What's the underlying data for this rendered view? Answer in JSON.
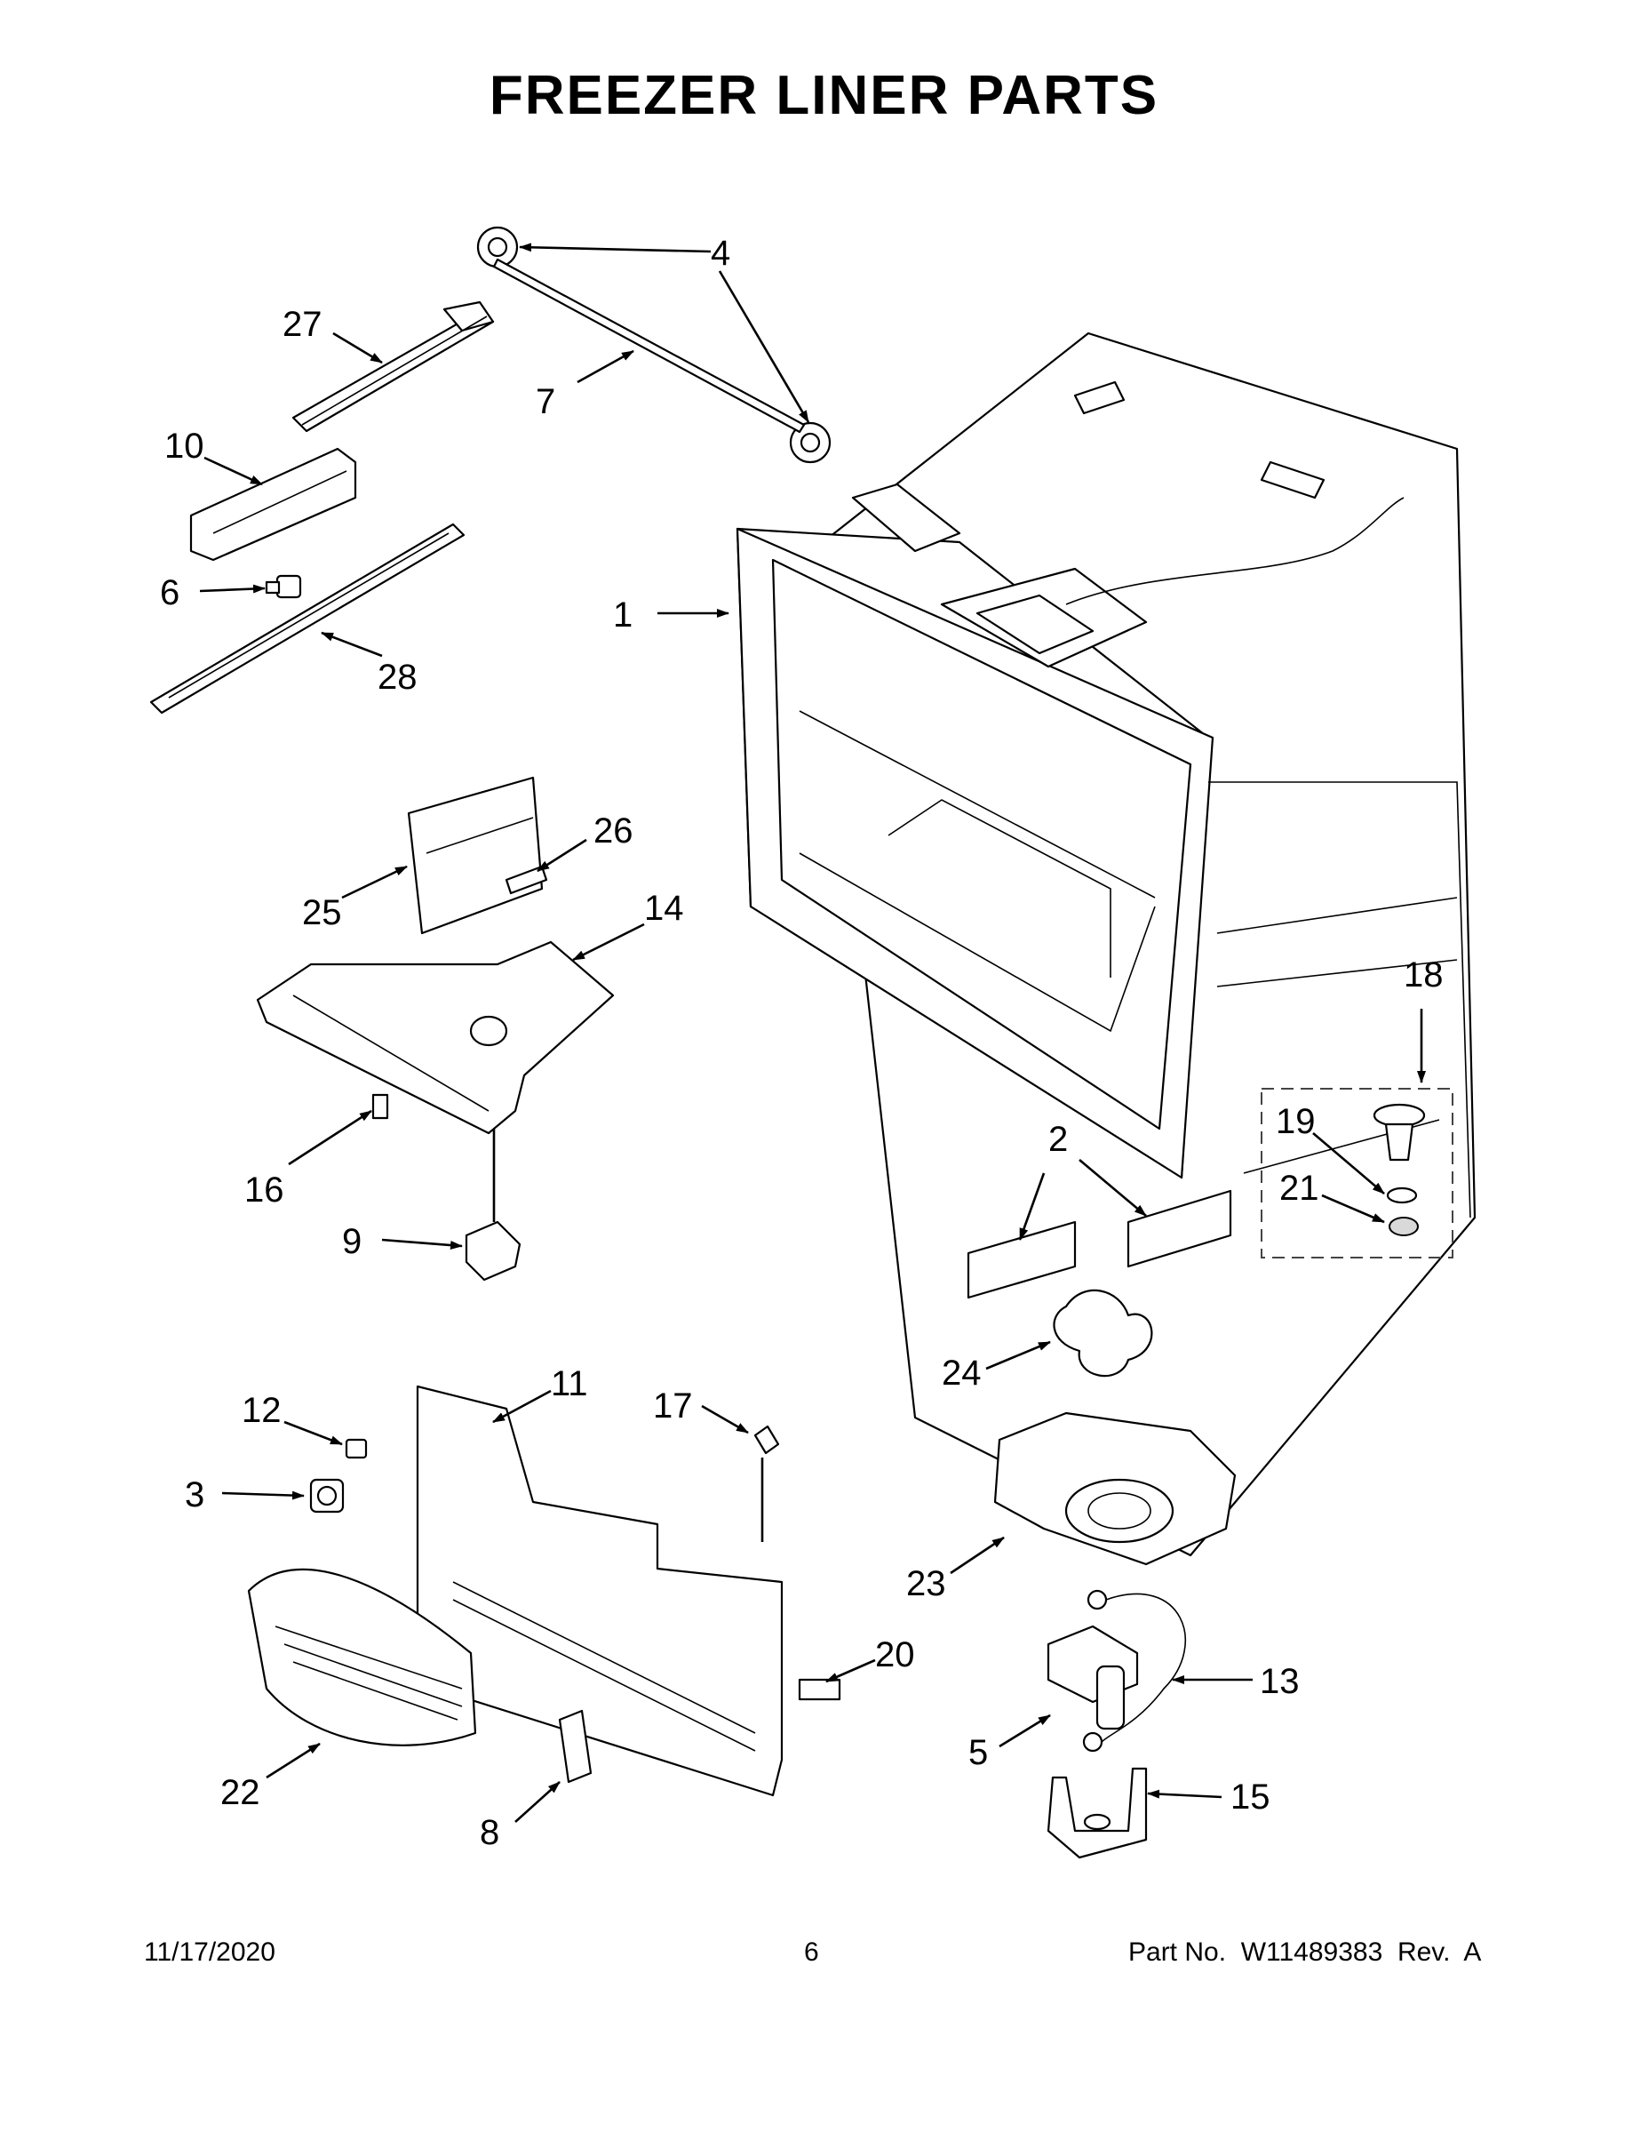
{
  "title": "FREEZER LINER PARTS",
  "footer": {
    "date": "11/17/2020",
    "page_number": "6",
    "part_number": "Part No.  W11489383  Rev.  A"
  },
  "callouts": {
    "c1": "1",
    "c2": "2",
    "c3": "3",
    "c4": "4",
    "c5": "5",
    "c6": "6",
    "c7": "7",
    "c8": "8",
    "c9": "9",
    "c10": "10",
    "c11": "11",
    "c12": "12",
    "c13": "13",
    "c14": "14",
    "c15": "15",
    "c16": "16",
    "c17": "17",
    "c18": "18",
    "c19": "19",
    "c20": "20",
    "c21": "21",
    "c22": "22",
    "c23": "23",
    "c24": "24",
    "c25": "25",
    "c26": "26",
    "c27": "27",
    "c28": "28"
  }
}
